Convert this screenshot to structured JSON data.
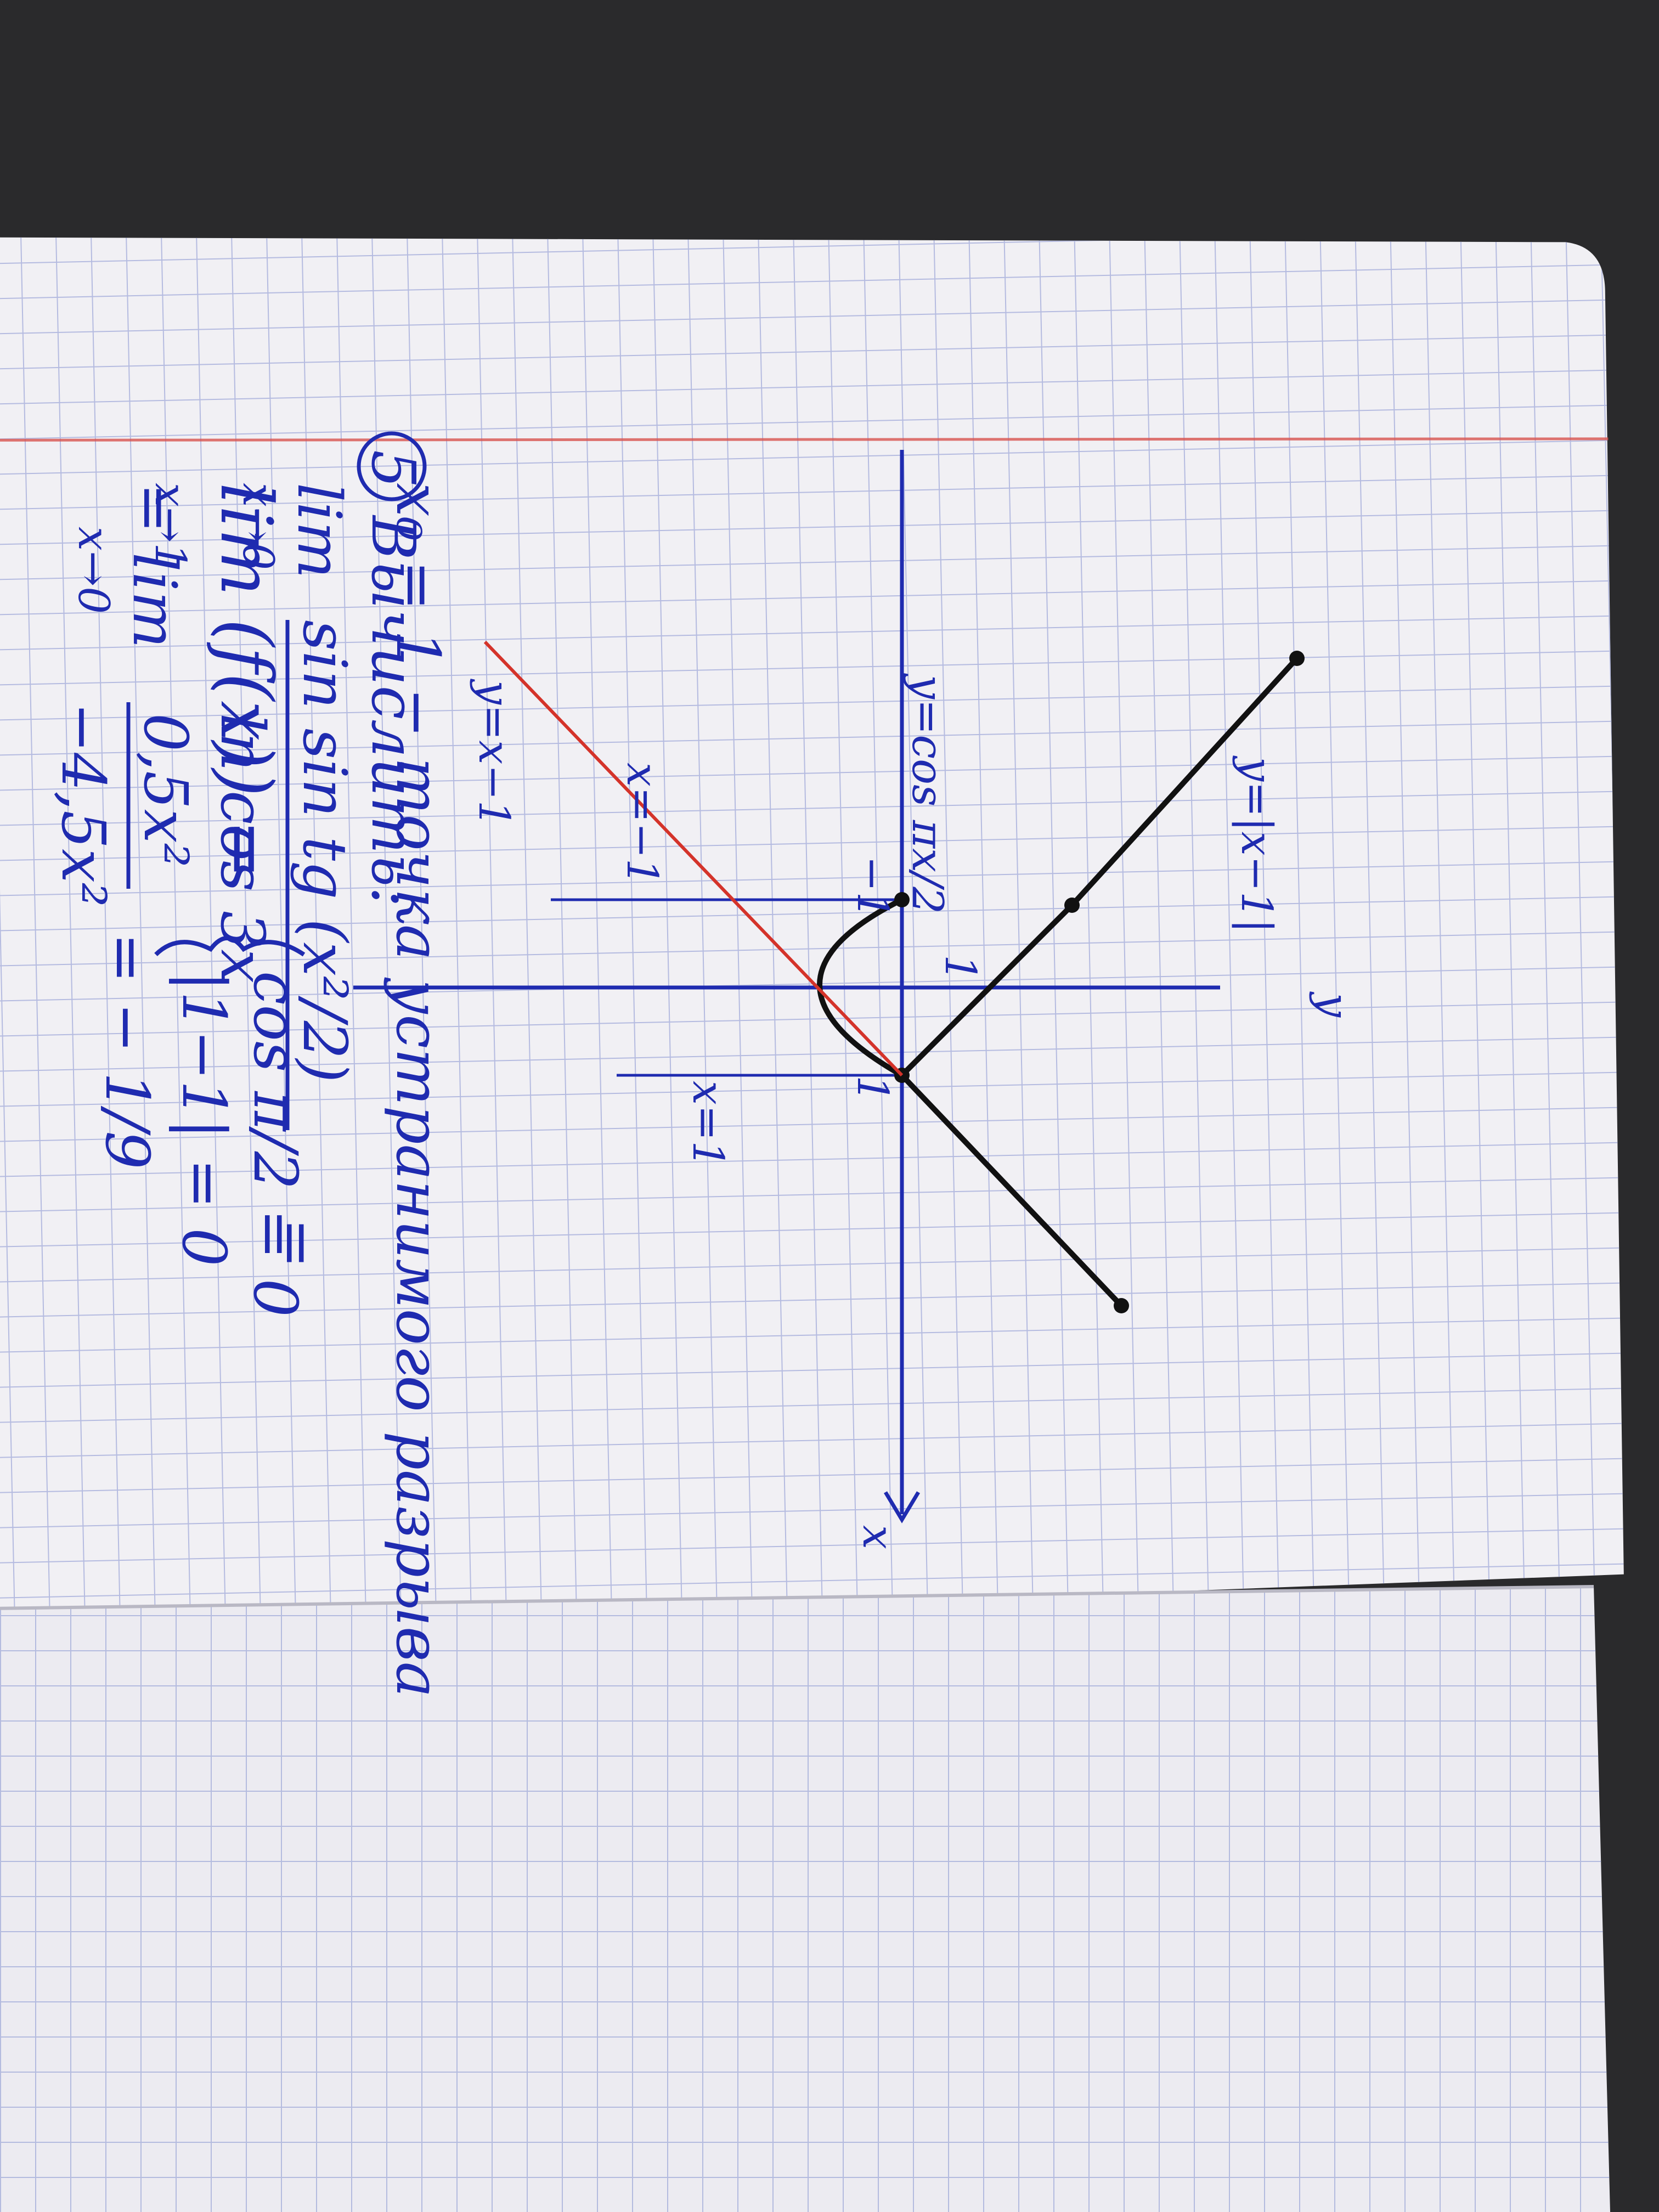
{
  "photo": {
    "background_color": "#2a2a2c",
    "paper_color": "#f1f0f4",
    "grid_color": "#aab2dc",
    "margin_line_color": "#d9534f",
    "ink_color": "#1f2bb0",
    "pencil_color": "#111111",
    "red_line_color": "#d4332a"
  },
  "page_top": {
    "line1_lim": "lim (f(x)) =",
    "line1_sub": "x→1",
    "case1": "cos π/2 = 0",
    "case2": "|1−1| = 0",
    "line2": "x₀ = 1 − точка устранимого разрыва",
    "graph_labels": {
      "abs_fn": "y=|x−1|",
      "cos_fn": "y=cos πx/2",
      "line_fn": "y=x−1",
      "x_minus_1": "x=−1",
      "x_plus_1": "x=1",
      "y_axis": "y",
      "x_axis": "x",
      "tick_1": "1",
      "tick_neg1": "−1",
      "tick_pos1": "1"
    },
    "task5_number": "5",
    "task5_title": "Вычислить:",
    "lim1_text": "lim",
    "lim1_sub": "x→0",
    "lim1_numer": "sin sin tg (x²/2)",
    "lim1_denom": "ln cos 3x",
    "lim1_eq": "=",
    "lim2_prefix": "= lim",
    "lim2_sub": "x→0",
    "lim2_numer": "0,5x²",
    "lim2_denom": "−4,5x²",
    "lim2_result": "= − 1/9"
  }
}
